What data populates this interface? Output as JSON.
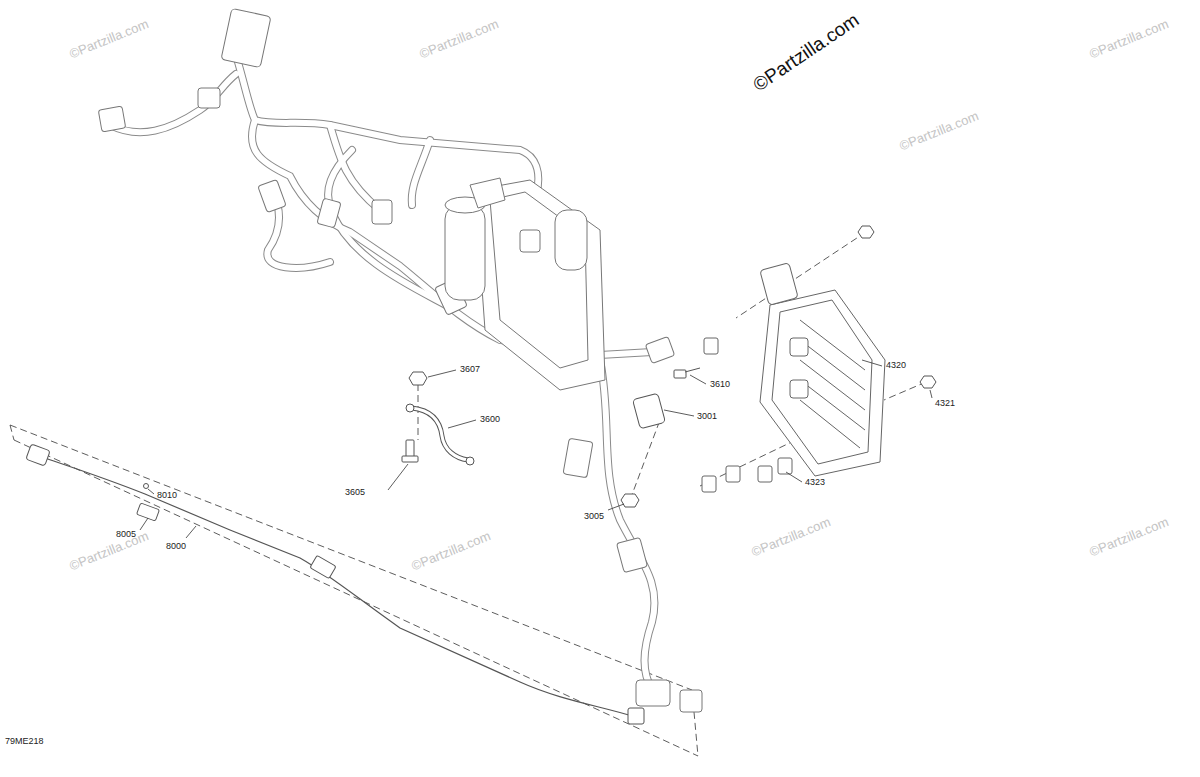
{
  "diagram": {
    "labels": [
      "©Partzilla.com",
      "©Partzilla.com",
      "©Partzilla.com",
      "©Partzilla.com",
      "©Partzilla.com",
      "©Partzilla.com",
      "©Partzilla.com",
      "©Partzilla.com",
      "©Partzilla.com",
      "3607",
      "3610",
      "3600",
      "4320",
      "4321",
      "3001",
      "3605",
      "8010",
      "8005",
      "8000",
      "3005",
      "4323",
      "79ME218"
    ]
  }
}
